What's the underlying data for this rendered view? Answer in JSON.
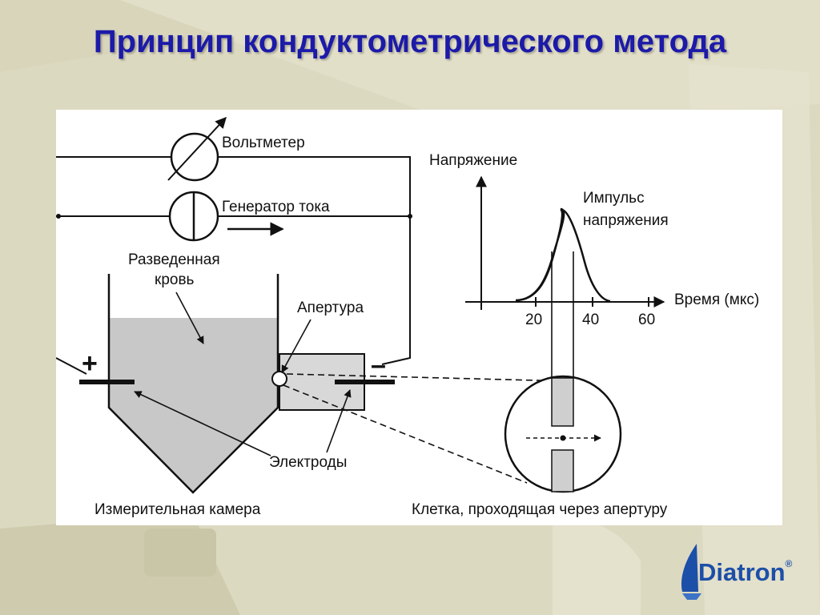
{
  "slide": {
    "title": "Принцип кондуктометрического метода"
  },
  "diagram": {
    "voltmeter_label": "Вольтметер",
    "generator_label": "Генератор тока",
    "diluted_blood_line1": "Разведенная",
    "diluted_blood_line2": "кровь",
    "aperture_label": "Апертура",
    "plus_sign": "+",
    "minus_sign": "–",
    "electrodes_label": "Электроды",
    "chamber_label": "Измерительная камера",
    "cell_label": "Клетка, проходящая через апертуру",
    "graph": {
      "y_axis_label": "Напряжение",
      "x_axis_label": "Время (мкс)",
      "pulse_line1": "Импульс",
      "pulse_line2": "напряжения",
      "tick_20": "20",
      "tick_40": "40",
      "tick_60": "60"
    }
  },
  "logo": {
    "brand": "Diatron",
    "reg_mark": "®",
    "color": "#1c4fa8"
  },
  "colors": {
    "title": "#1c1aa8",
    "liquid": "#c8c8c8",
    "background": "#d9d6bd"
  }
}
